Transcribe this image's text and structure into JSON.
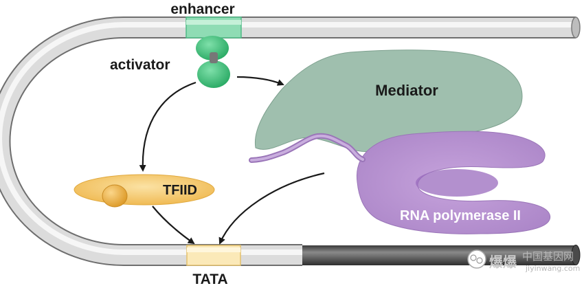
{
  "labels": {
    "enhancer": "enhancer",
    "activator": "activator",
    "mediator": "Mediator",
    "tfiid": "TFIID",
    "rna_pol": "RNA polymerase II",
    "tata": "TATA"
  },
  "watermark": {
    "chinese_a": "爆爆",
    "chinese_b": "中国基因网",
    "url": "jiyinwang.com"
  },
  "colors": {
    "dna": "#d7d7d7",
    "dna_dark": "#585858",
    "enhancer": "#8fdcb4",
    "activator": "#3fbf78",
    "mediator": "#9fbfae",
    "tfiid": "#f3c56a",
    "rna_pol": "#b78fcf",
    "tata": "#fbe9b8"
  }
}
